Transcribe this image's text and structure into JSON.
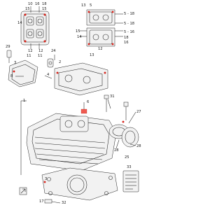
{
  "diagram": {
    "callouts": [
      {
        "id": "c10",
        "text": "10"
      },
      {
        "id": "c16a",
        "text": "16"
      },
      {
        "id": "c18a",
        "text": "18"
      },
      {
        "id": "c15a",
        "text": "15"
      },
      {
        "id": "c15b",
        "text": "15"
      },
      {
        "id": "c14a",
        "text": "14"
      },
      {
        "id": "c12a",
        "text": "12"
      },
      {
        "id": "c12b",
        "text": "12"
      },
      {
        "id": "c11a",
        "text": "11"
      },
      {
        "id": "c11b",
        "text": "11"
      },
      {
        "id": "c13a",
        "text": "13"
      },
      {
        "id": "c5a",
        "text": "5"
      },
      {
        "id": "c18b",
        "text": "5 - 18"
      },
      {
        "id": "c18c",
        "text": "5 - 18"
      },
      {
        "id": "c16b",
        "text": "5 - 16"
      },
      {
        "id": "c15c",
        "text": "15"
      },
      {
        "id": "c14b",
        "text": "14"
      },
      {
        "id": "c12c",
        "text": "12"
      },
      {
        "id": "c13b",
        "text": "13"
      },
      {
        "id": "c18d",
        "text": "18"
      },
      {
        "id": "c16c",
        "text": "16"
      },
      {
        "id": "c29",
        "text": "29"
      },
      {
        "id": "c24",
        "text": "24"
      },
      {
        "id": "c8",
        "text": "8"
      },
      {
        "id": "c3a",
        "text": "3"
      },
      {
        "id": "c2",
        "text": "2"
      },
      {
        "id": "c4",
        "text": "4"
      },
      {
        "id": "c31",
        "text": "31"
      },
      {
        "id": "c1",
        "text": "1"
      },
      {
        "id": "c6",
        "text": "6"
      },
      {
        "id": "c27",
        "text": "27"
      },
      {
        "id": "c28a",
        "text": "28"
      },
      {
        "id": "c25",
        "text": "25"
      },
      {
        "id": "c28b",
        "text": "28"
      },
      {
        "id": "c33",
        "text": "33"
      },
      {
        "id": "c3b",
        "text": "3"
      },
      {
        "id": "c17",
        "text": "17"
      },
      {
        "id": "c32",
        "text": "32"
      }
    ]
  }
}
